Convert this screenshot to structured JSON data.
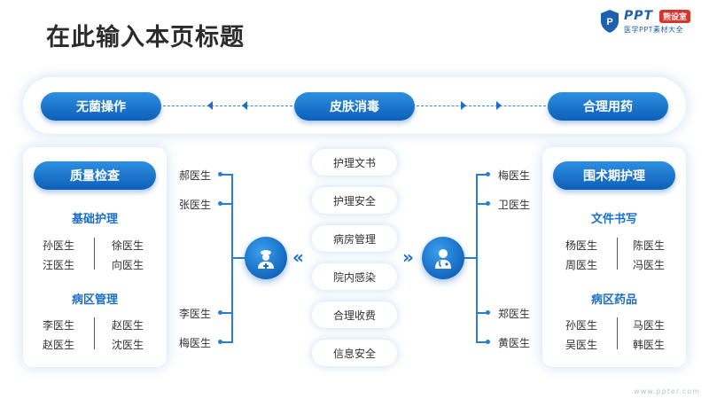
{
  "title": "在此输入本页标题",
  "logo": {
    "brand": "PPT",
    "tag": "熊设室",
    "subtitle": "医学PPT素材大全"
  },
  "top_bar": {
    "left": "无菌操作",
    "center": "皮肤消毒",
    "right": "合理用药"
  },
  "left_card": {
    "header": "质量检查",
    "groups": [
      {
        "title": "基础护理",
        "names": [
          "孙医生",
          "徐医生",
          "汪医生",
          "向医生"
        ]
      },
      {
        "title": "病区管理",
        "names": [
          "李医生",
          "赵医生",
          "赵医生",
          "沈医生"
        ]
      }
    ]
  },
  "right_card": {
    "header": "围术期护理",
    "groups": [
      {
        "title": "文件书写",
        "names": [
          "杨医生",
          "陈医生",
          "周医生",
          "冯医生"
        ]
      },
      {
        "title": "病区药品",
        "names": [
          "孙医生",
          "马医生",
          "吴医生",
          "韩医生"
        ]
      }
    ]
  },
  "left_doctors": [
    "郝医生",
    "张医生",
    "李医生",
    "梅医生"
  ],
  "right_doctors": [
    "梅医生",
    "卫医生",
    "郑医生",
    "黄医生"
  ],
  "center_items": [
    "护理文书",
    "护理安全",
    "病房管理",
    "院内感染",
    "合理收费",
    "信息安全"
  ],
  "icons": {
    "left_hub": "nurse-icon",
    "right_hub": "doctor-stethoscope-icon"
  },
  "colors": {
    "accent": "#1c6fc4",
    "pill_top": "#2e8fe0",
    "pill_bottom": "#0e5fb8"
  },
  "footer": "www.ppter.com"
}
